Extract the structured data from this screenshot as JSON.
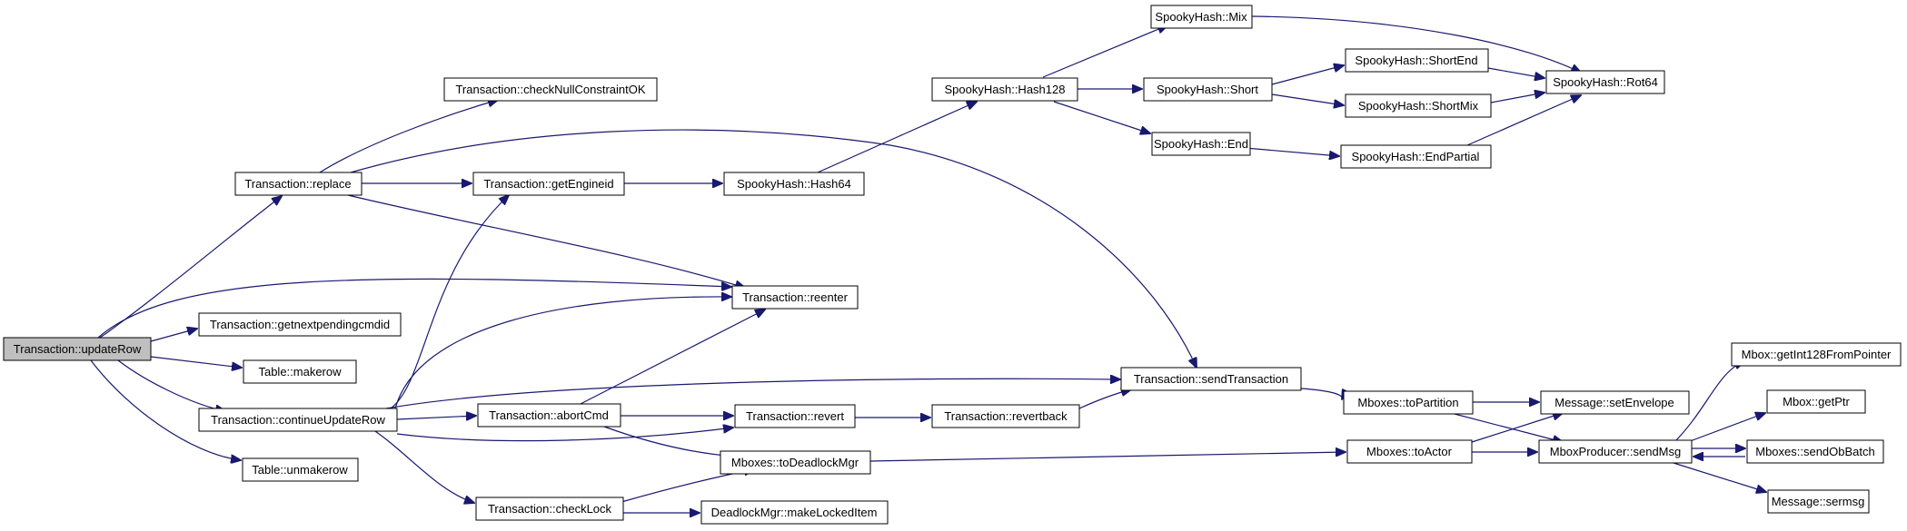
{
  "graph": {
    "edge_color": "#191970",
    "root_fill": "#bfbfbf",
    "node_fill": "#ffffff",
    "nodes": {
      "updateRow": "Transaction::updateRow",
      "replace": "Transaction::replace",
      "checkNull": "Transaction::checkNullConstraintOK",
      "getEngineid": "Transaction::getEngineid",
      "getnextpending": "Transaction::getnextpendingcmdid",
      "makerow": "Table::makerow",
      "continueUpdateRow": "Transaction::continueUpdateRow",
      "unmakerow": "Table::unmakerow",
      "reenter": "Transaction::reenter",
      "sendTransaction": "Transaction::sendTransaction",
      "abortCmd": "Transaction::abortCmd",
      "revert": "Transaction::revert",
      "revertback": "Transaction::revertback",
      "toDeadlockMgr": "Mboxes::toDeadlockMgr",
      "checkLock": "Transaction::checkLock",
      "makeLockedItem": "DeadlockMgr::makeLockedItem",
      "hash64": "SpookyHash::Hash64",
      "hash128": "SpookyHash::Hash128",
      "mix": "SpookyHash::Mix",
      "short": "SpookyHash::Short",
      "end": "SpookyHash::End",
      "shortEnd": "SpookyHash::ShortEnd",
      "shortMix": "SpookyHash::ShortMix",
      "endPartial": "SpookyHash::EndPartial",
      "rot64": "SpookyHash::Rot64",
      "toPartition": "Mboxes::toPartition",
      "toActor": "Mboxes::toActor",
      "setEnvelope": "Message::setEnvelope",
      "sendMsg": "MboxProducer::sendMsg",
      "getInt128": "Mbox::getInt128FromPointer",
      "getPtr": "Mbox::getPtr",
      "sendObBatch": "Mboxes::sendObBatch",
      "sermsg": "Message::sermsg"
    }
  }
}
